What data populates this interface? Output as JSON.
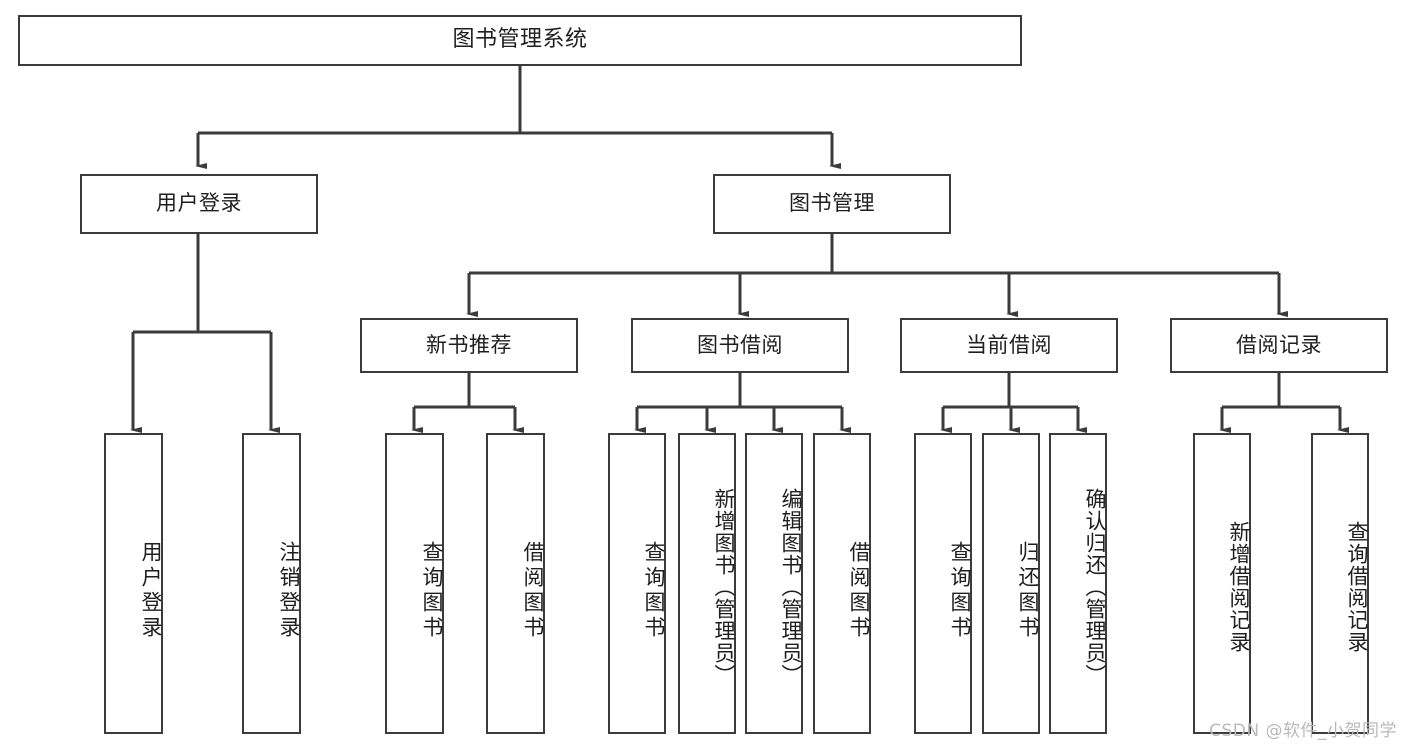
{
  "diagram": {
    "title": "图书管理系统",
    "watermark": "CSDN @软件_小贺同学",
    "stroke_color": "#3b3b3b",
    "text_color": "#1f1f1f",
    "background": "#ffffff",
    "levels": {
      "root": "图书管理系统",
      "level1": [
        "用户登录",
        "图书管理"
      ],
      "level2": [
        "新书推荐",
        "图书借阅",
        "当前借阅",
        "借阅记录"
      ]
    },
    "nodes": {
      "root": {
        "label": "图书管理系统"
      },
      "user_login": {
        "label": "用户登录"
      },
      "book_manage": {
        "label": "图书管理"
      },
      "new_book_rec": {
        "label": "新书推荐"
      },
      "book_borrow": {
        "label": "图书借阅"
      },
      "current_borrow": {
        "label": "当前借阅"
      },
      "borrow_record": {
        "label": "借阅记录"
      },
      "leaf_user_login": {
        "label": "用户登录"
      },
      "leaf_user_logout": {
        "label": "注销登录"
      },
      "leaf_query_book_1": {
        "label": "查询图书"
      },
      "leaf_borrow_book_1": {
        "label": "借阅图书"
      },
      "leaf_query_book_2": {
        "label": "查询图书"
      },
      "leaf_add_book": {
        "label": "新增图书（管理员）"
      },
      "leaf_edit_book": {
        "label": "编辑图书（管理员）"
      },
      "leaf_borrow_book_2": {
        "label": "借阅图书"
      },
      "leaf_query_book_3": {
        "label": "查询图书"
      },
      "leaf_return_book": {
        "label": "归还图书"
      },
      "leaf_confirm_return": {
        "label": "确认归还（管理员）"
      },
      "leaf_add_record": {
        "label": "新增借阅记录"
      },
      "leaf_query_record": {
        "label": "查询借阅记录"
      }
    }
  }
}
